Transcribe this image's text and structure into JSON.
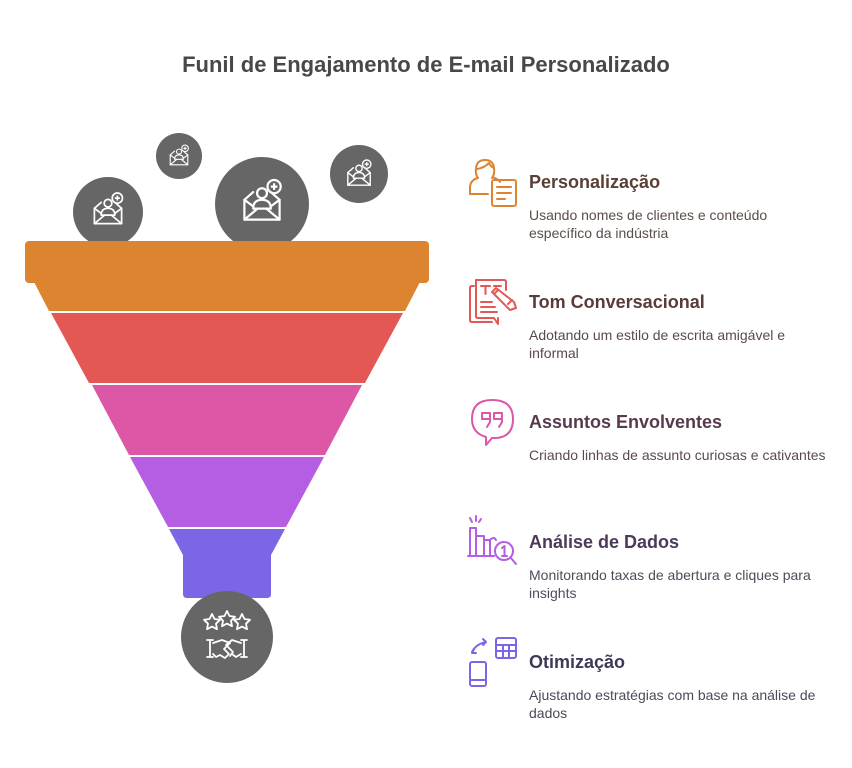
{
  "title": "Funil de Engajamento de E-mail Personalizado",
  "funnel": {
    "layers": [
      {
        "name": "personalizacao",
        "color": "#DD8431"
      },
      {
        "name": "tom-conversacional",
        "color": "#E35754"
      },
      {
        "name": "assuntos-envolventes",
        "color": "#DC57A6"
      },
      {
        "name": "analise-de-dados",
        "color": "#B55DE3"
      },
      {
        "name": "otimizacao",
        "color": "#7C66E6"
      }
    ],
    "input_icon": "envelope-user-plus-icon",
    "output_icon": "stars-handshake-icon",
    "circle_color": "#666666"
  },
  "items": [
    {
      "label": "Personalização",
      "description": "Usando nomes de clientes e conteúdo específico da indústria",
      "icon": "user-document-icon",
      "color": "#DD8431",
      "text_color": "#5A4034",
      "desc_color": "#5A4E48"
    },
    {
      "label": "Tom Conversacional",
      "description": "Adotando um estilo de escrita amigável e informal",
      "icon": "writing-pencil-icon",
      "color": "#E35754",
      "text_color": "#5A3A3A",
      "desc_color": "#5A4A4A"
    },
    {
      "label": "Assuntos Envolventes",
      "description": "Criando linhas de assunto curiosas e cativantes",
      "icon": "quote-bubble-icon",
      "color": "#DC57A6",
      "text_color": "#573A4E",
      "desc_color": "#5A4A55"
    },
    {
      "label": "Análise de Dados",
      "description": "Monitorando taxas de abertura e cliques para insights",
      "icon": "chart-magnifier-icon",
      "color": "#B55DE3",
      "text_color": "#4D3A5A",
      "desc_color": "#524A5A"
    },
    {
      "label": "Otimização",
      "description": "Ajustando estratégias com base na análise de dados",
      "icon": "mobile-table-sync-icon",
      "color": "#7C66E6",
      "text_color": "#3D3A57",
      "desc_color": "#4A4A5A"
    }
  ]
}
